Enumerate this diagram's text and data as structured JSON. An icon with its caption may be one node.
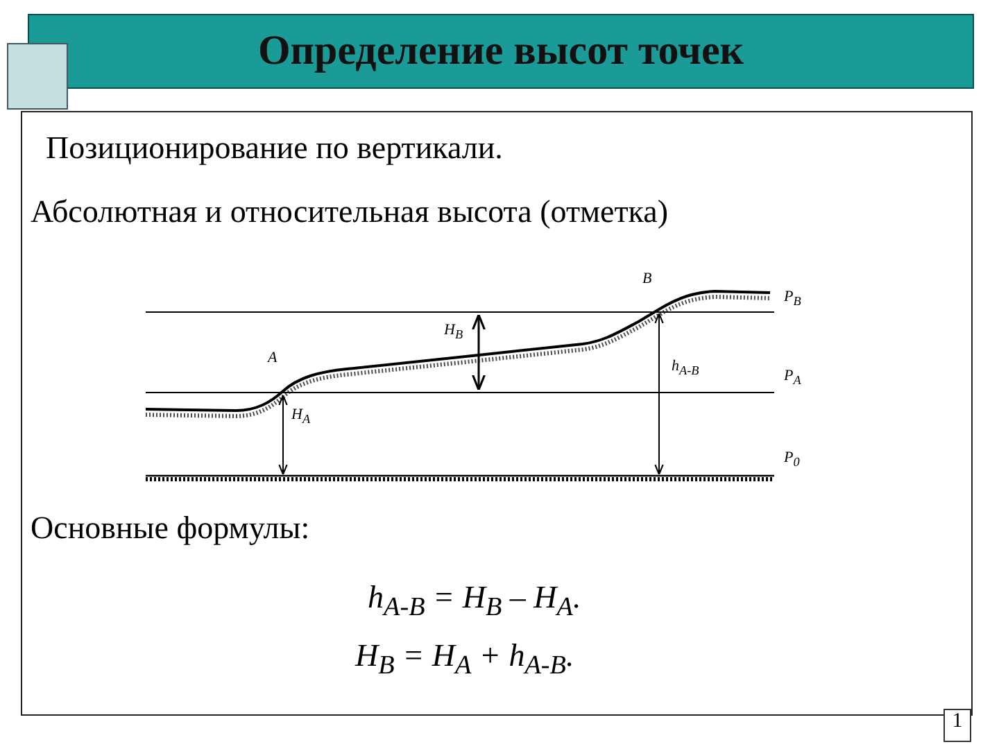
{
  "diagram": {
    "title": "Определение высот точек",
    "labels": [
      "Позиционирование по вертикали.",
      "Абсолютная и относительная высота (отметка)",
      "B",
      "P$_{B}$",
      "H$_{B}$",
      "A",
      "h$_{A-B}$",
      "P$_{A}$",
      "H$_{A}$",
      "P$_{0}$",
      "Основные формулы:",
      "h$_{A-B}$ = H$_{B}$ – H$_{A}$.",
      "H$_{B}$ = H$_{A}$ + h$_{A-B}$.",
      "1"
    ]
  }
}
